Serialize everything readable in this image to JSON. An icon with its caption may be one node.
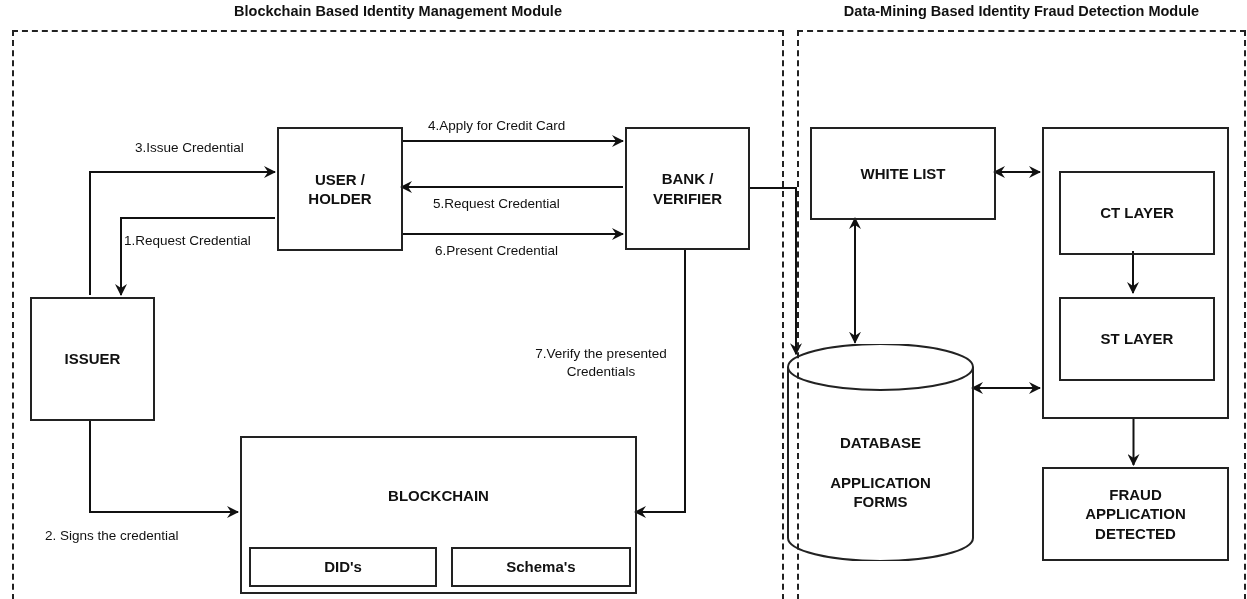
{
  "diagram": {
    "nodes": [
      {
        "text": [
          "Blockchain Based Identity Management Module"
        ]
      },
      {
        "text": [
          "Data-Mining Based Identity Fraud Detection Module"
        ]
      },
      {
        "text": [
          "USER / HOLDER"
        ],
        "in": 0
      },
      {
        "text": [
          "BANK / VERIFIER"
        ],
        "in": 0
      },
      {
        "text": [
          "ISSUER"
        ],
        "in": 0
      },
      {
        "text": [
          "BLOCKCHAIN"
        ],
        "in": 0
      },
      {
        "text": [
          "DID's"
        ],
        "in": 5
      },
      {
        "text": [
          "Schema's"
        ],
        "in": 5
      },
      {
        "text": [
          "WHITE LIST"
        ],
        "in": 1
      },
      {
        "text": [],
        "shape": "box",
        "in": 1
      },
      {
        "text": [
          "CT LAYER"
        ],
        "in": 9
      },
      {
        "text": [
          "ST LAYER"
        ],
        "in": 9
      },
      {
        "text": [
          "DATABASE",
          "APPLICATION FORMS"
        ],
        "in": 1
      },
      {
        "text": [
          "FRAUD APPLICATION DETECTED"
        ],
        "in": 1
      }
    ],
    "edges": [
      {
        "from": 4,
        "to": 2,
        "arrow": "to",
        "label": "3.Issue Credential"
      },
      {
        "from": 2,
        "to": 4,
        "arrow": "to",
        "label": "1.Request Credential"
      },
      {
        "from": 4,
        "to": 5,
        "arrow": "to",
        "label": "2. Signs the credential"
      },
      {
        "from": 2,
        "to": 3,
        "arrow": "to",
        "label": "4.Apply for Credit Card"
      },
      {
        "from": 3,
        "to": 2,
        "arrow": "to",
        "label": "5.Request Credential"
      },
      {
        "from": 2,
        "to": 3,
        "arrow": "to",
        "label": "6.Present Credential"
      },
      {
        "from": 3,
        "to": 5,
        "arrow": "to",
        "label": "7.Verify the presented Credentials"
      },
      {
        "from": 3,
        "to": 12,
        "arrow": "to"
      },
      {
        "from": 8,
        "to": 9,
        "arrow": "both"
      },
      {
        "from": 8,
        "to": 12,
        "arrow": "both"
      },
      {
        "from": 12,
        "to": 9,
        "arrow": "both"
      },
      {
        "from": 10,
        "to": 11,
        "arrow": "to"
      },
      {
        "from": 9,
        "to": 13,
        "arrow": "to"
      }
    ]
  }
}
